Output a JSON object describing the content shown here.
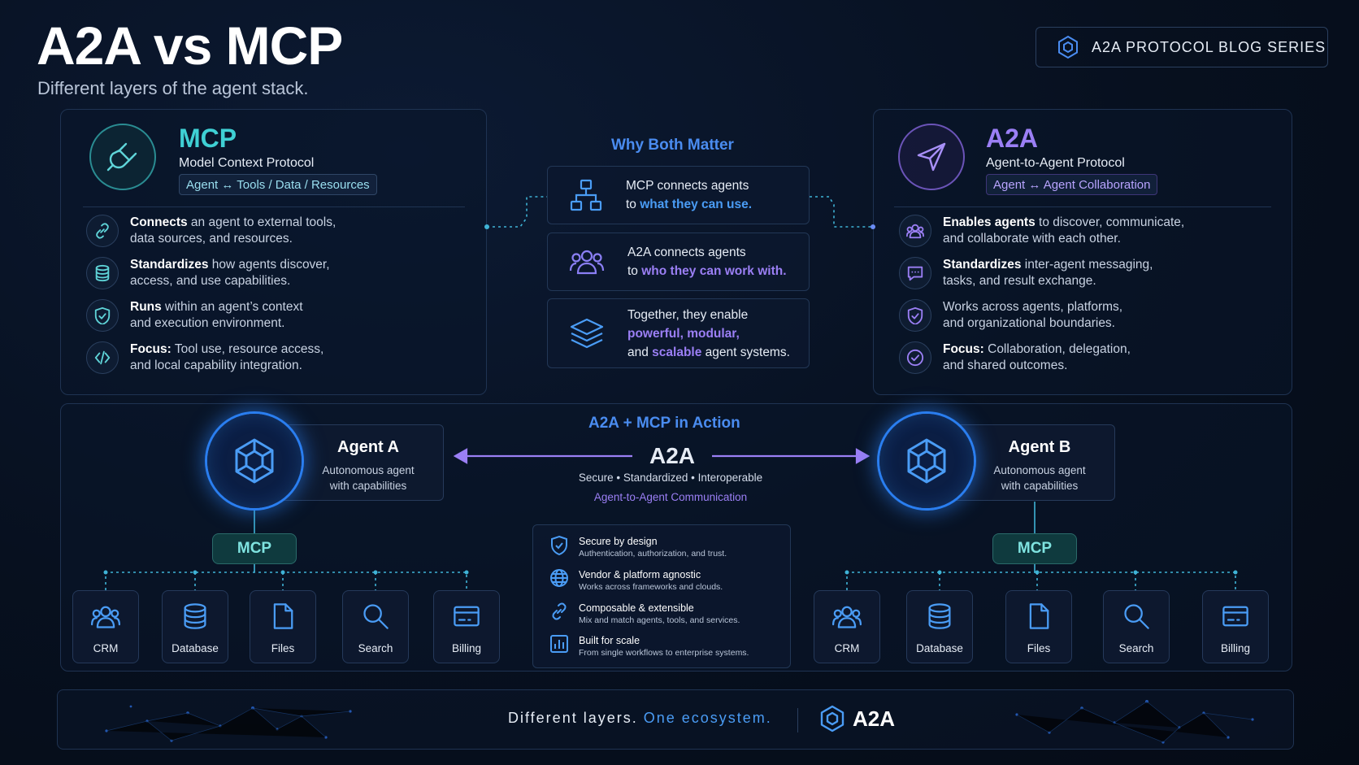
{
  "header": {
    "title": "A2A vs MCP",
    "subtitle": "Different layers of the agent stack.",
    "series_label": "A2A PROTOCOL BLOG SERIES"
  },
  "mcp_panel": {
    "name": "MCP",
    "full_name": "Model Context Protocol",
    "tag": "Agent ↔ Tools / Data / Resources",
    "color": "#3fd0d4",
    "features": [
      {
        "icon": "link-icon",
        "bold": "Connects",
        "line1": " an agent to external tools,",
        "line2": "data sources, and resources."
      },
      {
        "icon": "database-icon",
        "bold": "Standardizes",
        "line1": " how agents discover,",
        "line2": "access, and use capabilities."
      },
      {
        "icon": "shield-icon",
        "bold": "Runs",
        "line1": " within an agent’s context",
        "line2": "and execution environment."
      },
      {
        "icon": "code-icon",
        "bold": "Focus:",
        "line1": " Tool use, resource access,",
        "line2": "and local capability integration."
      }
    ]
  },
  "a2a_panel": {
    "name": "A2A",
    "full_name": "Agent-to-Agent Protocol",
    "tag": "Agent ↔ Agent Collaboration",
    "color": "#9b7ff5",
    "features": [
      {
        "icon": "users-icon",
        "bold": "Enables agents",
        "line1": " to discover, communicate,",
        "line2": "and collaborate with each other."
      },
      {
        "icon": "chat-icon",
        "bold": "Standardizes",
        "line1": " inter-agent messaging,",
        "line2": "tasks, and result exchange."
      },
      {
        "icon": "shield-icon",
        "bold": "",
        "line1": "Works across agents, platforms,",
        "line2": "and organizational boundaries."
      },
      {
        "icon": "check-circle-icon",
        "bold": "Focus:",
        "line1": " Collaboration, delegation,",
        "line2": "and shared outcomes."
      }
    ]
  },
  "why": {
    "title": "Why Both Matter",
    "items": [
      {
        "l1": "MCP connects agents",
        "l2a": "to ",
        "l2b": "what they can use."
      },
      {
        "l1": "A2A connects agents",
        "l2a": "to ",
        "l2b": "who they can work with."
      },
      {
        "l1": "Together, they enable",
        "l2": "powerful, modular,",
        "l3a": "and ",
        "l3b": "scalable",
        "l3c": " agent systems."
      }
    ]
  },
  "action": {
    "title": "A2A + MCP in Action",
    "center_label": "A2A",
    "center_sub": "Secure • Standardized • Interoperable",
    "center_sub2": "Agent-to-Agent Communication",
    "agent_a": {
      "name": "Agent A",
      "d1": "Autonomous agent",
      "d2": "with capabilities"
    },
    "agent_b": {
      "name": "Agent B",
      "d1": "Autonomous agent",
      "d2": "with capabilities"
    },
    "mcp_label": "MCP",
    "tools": [
      "CRM",
      "Database",
      "Files",
      "Search",
      "Billing"
    ],
    "benefits": [
      {
        "icon": "shield-check-icon",
        "title": "Secure by design",
        "desc": "Authentication, authorization, and trust."
      },
      {
        "icon": "globe-icon",
        "title": "Vendor & platform agnostic",
        "desc": "Works across frameworks and clouds."
      },
      {
        "icon": "link-icon",
        "title": "Composable & extensible",
        "desc": "Mix and match agents, tools, and services."
      },
      {
        "icon": "bar-chart-icon",
        "title": "Built for scale",
        "desc": "From single workflows to enterprise systems."
      }
    ]
  },
  "footer": {
    "text_a": "Different layers. ",
    "text_b": "One ecosystem.",
    "brand": "A2A"
  }
}
